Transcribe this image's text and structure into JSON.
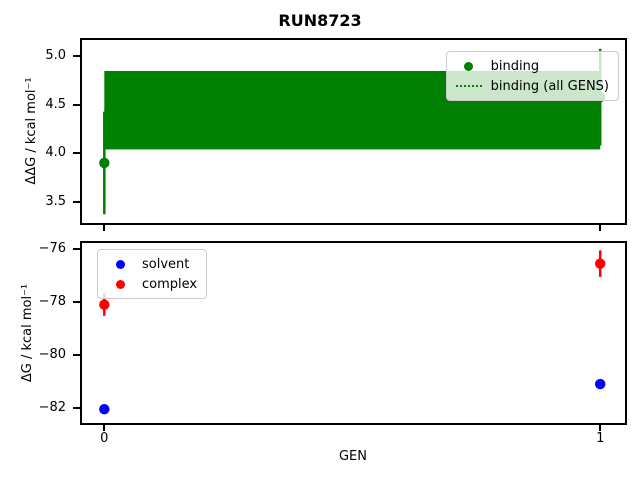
{
  "figure": {
    "title": "RUN8723"
  },
  "colors": {
    "binding": "#008000",
    "solvent": "#0000ff",
    "complex": "#ff0000",
    "axis": "#000000",
    "legend_border": "#cccccc"
  },
  "chart_data": [
    {
      "type": "scatter",
      "subplot": "top",
      "ylabel": "ΔΔG / kcal mol⁻¹",
      "xlabel": "",
      "xlim": [
        -0.045,
        1.05
      ],
      "ylim": [
        3.28,
        5.17
      ],
      "grid": false,
      "xticks": {
        "values": [
          0,
          1
        ],
        "labels": [
          "",
          ""
        ]
      },
      "yticks": {
        "values": [
          5.0,
          4.5,
          4.0,
          3.5
        ],
        "labels": [
          "5.0",
          "4.5",
          "4.0",
          "3.5"
        ]
      },
      "series": [
        {
          "name": "binding",
          "color": "#008000",
          "marker": "circle",
          "x": [
            0,
            1
          ],
          "y": [
            3.9,
            4.58
          ],
          "yerr": [
            0.53,
            0.5
          ]
        }
      ],
      "band": {
        "name": "binding (all GENS)",
        "color": "#008000",
        "x": [
          0,
          1
        ],
        "center": 4.45,
        "low": 4.04,
        "high": 4.85,
        "center_linestyle": "dotted"
      },
      "legend": {
        "position": "upper right",
        "entries": [
          {
            "label": "binding",
            "glyph": "dot",
            "color": "#008000"
          },
          {
            "label": "binding (all GENS)",
            "glyph": "dotted-line",
            "color": "#008000"
          }
        ]
      }
    },
    {
      "type": "scatter",
      "subplot": "bottom",
      "ylabel": "ΔG / kcal mol⁻¹",
      "xlabel": "GEN",
      "xlim": [
        -0.045,
        1.05
      ],
      "ylim": [
        -82.57,
        -75.77
      ],
      "grid": false,
      "xticks": {
        "values": [
          0,
          1
        ],
        "labels": [
          "0",
          "1"
        ]
      },
      "yticks": {
        "values": [
          -76,
          -78,
          -80,
          -82
        ],
        "labels": [
          "−76",
          "−78",
          "−80",
          "−82"
        ]
      },
      "series": [
        {
          "name": "solvent",
          "color": "#0000ff",
          "marker": "circle",
          "x": [
            0,
            1
          ],
          "y": [
            -82.05,
            -81.1
          ],
          "yerr": [
            0.08,
            0.12
          ]
        },
        {
          "name": "complex",
          "color": "#ff0000",
          "marker": "circle",
          "x": [
            0,
            1
          ],
          "y": [
            -78.1,
            -76.55
          ],
          "yerr": [
            0.42,
            0.5
          ]
        }
      ],
      "legend": {
        "position": "upper left",
        "entries": [
          {
            "label": "solvent",
            "glyph": "dot",
            "color": "#0000ff"
          },
          {
            "label": "complex",
            "glyph": "dot",
            "color": "#ff0000"
          }
        ]
      }
    }
  ]
}
